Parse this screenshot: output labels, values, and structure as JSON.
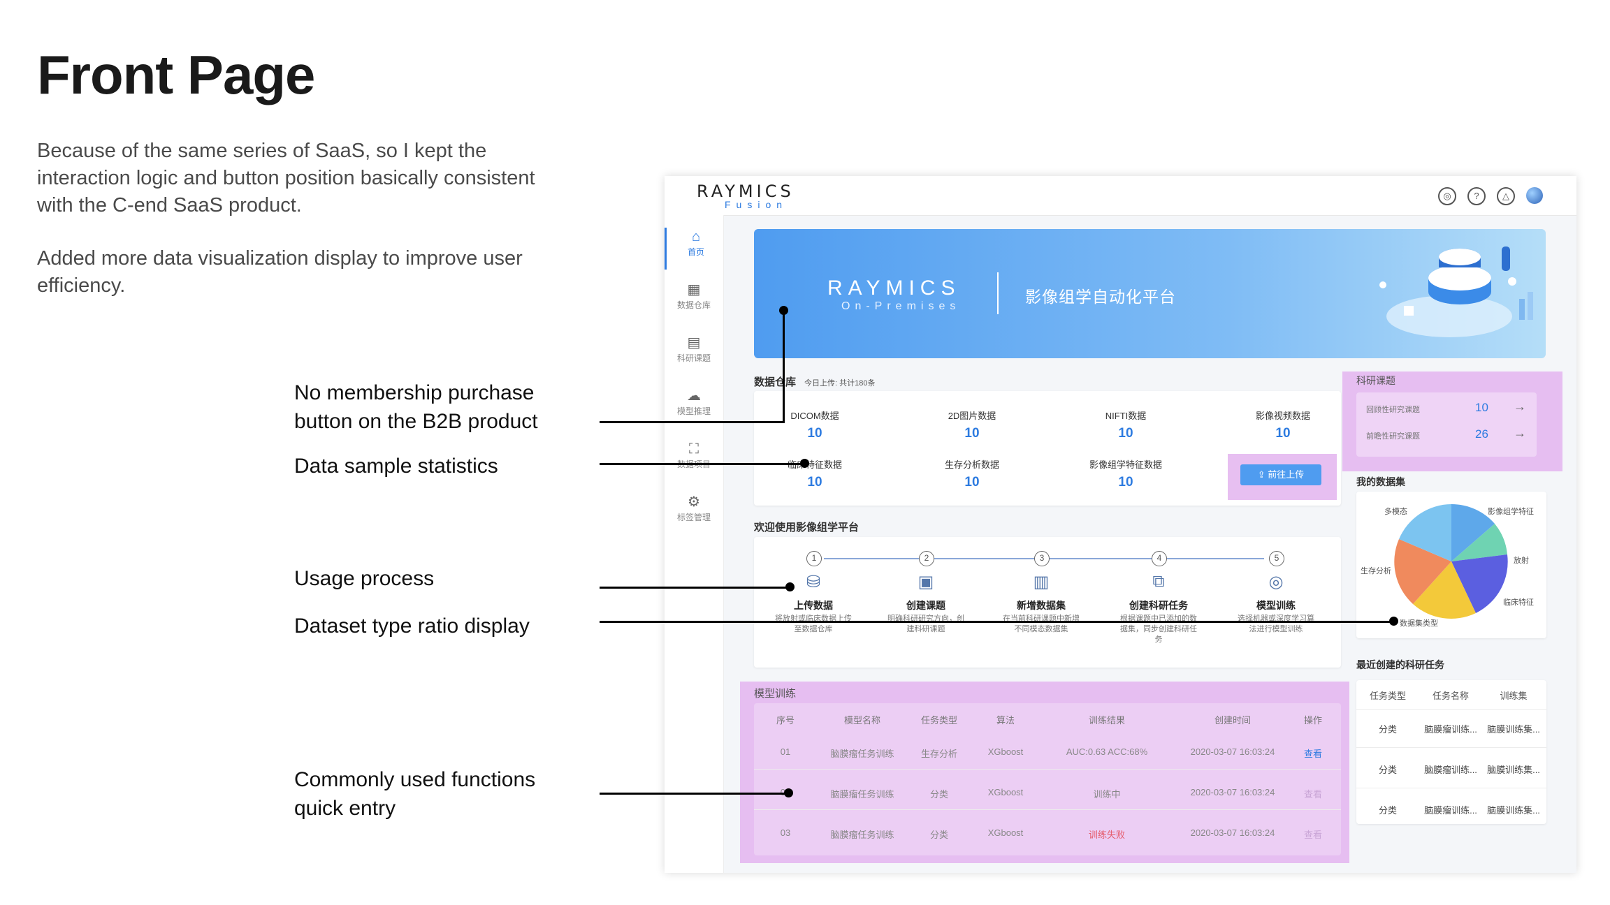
{
  "slide": {
    "title": "Front Page",
    "para1": "Because of the same series of SaaS, so I kept the interaction logic and button position basically consistent with the C-end SaaS product.",
    "para2": "Added more data visualization display to improve user efficiency.",
    "annotations": [
      "No membership purchase button on the B2B product",
      "Data sample statistics",
      "Usage process",
      "Dataset type ratio display",
      "Commonly used functions quick entry"
    ]
  },
  "app": {
    "logo": "RAYMICS",
    "logo_sub": "Fusion",
    "topbar_icons": [
      "globe-icon",
      "help-icon",
      "bell-icon",
      "avatar"
    ],
    "sidebar": [
      {
        "label": "首页",
        "icon": "home-icon",
        "glyph": "⌂"
      },
      {
        "label": "数据仓库",
        "icon": "grid-icon",
        "glyph": "▦"
      },
      {
        "label": "科研课题",
        "icon": "book-icon",
        "glyph": "▤"
      },
      {
        "label": "模型推理",
        "icon": "brain-icon",
        "glyph": "☁"
      },
      {
        "label": "数据项目",
        "icon": "project-icon",
        "glyph": "⛶"
      },
      {
        "label": "标签管理",
        "icon": "gear-icon",
        "glyph": "⚙"
      }
    ],
    "banner": {
      "logo": "RAYMICS",
      "sub": "On-Premises",
      "text": "影像组学自动化平台"
    },
    "warehouse": {
      "title": "数据仓库",
      "subtitle": "今日上传: 共计180条",
      "stats": [
        {
          "label": "DICOM数据",
          "value": "10"
        },
        {
          "label": "2D图片数据",
          "value": "10"
        },
        {
          "label": "NIFTI数据",
          "value": "10"
        },
        {
          "label": "影像视频数据",
          "value": "10"
        },
        {
          "label": "临床特征数据",
          "value": "10"
        },
        {
          "label": "生存分析数据",
          "value": "10"
        },
        {
          "label": "影像组学特征数据",
          "value": "10"
        }
      ],
      "upload_button": "前往上传"
    },
    "research": {
      "title": "科研课题",
      "rows": [
        {
          "label": "回顾性研究课题",
          "value": "10",
          "arrow": "→"
        },
        {
          "label": "前瞻性研究课题",
          "value": "26",
          "arrow": "→"
        }
      ]
    },
    "process": {
      "title": "欢迎使用影像组学平台",
      "steps": [
        {
          "num": "1",
          "title": "上传数据",
          "desc": "将放射或临床数据上传至数据仓库",
          "icon": "database-icon"
        },
        {
          "num": "2",
          "title": "创建课题",
          "desc": "明确科研研究方向，创建科研课题",
          "icon": "project-icon"
        },
        {
          "num": "3",
          "title": "新增数据集",
          "desc": "在当前科研课题中新增不同模态数据集",
          "icon": "dataset-icon"
        },
        {
          "num": "4",
          "title": "创建科研任务",
          "desc": "根据课题中已添加的数据集，同步创建科研任务",
          "icon": "network-icon"
        },
        {
          "num": "5",
          "title": "模型训练",
          "desc": "选择机器或深度学习算法进行模型训练",
          "icon": "target-icon"
        }
      ]
    },
    "datasets": {
      "title": "我的数据集",
      "legend": [
        "多模态",
        "影像组学特征",
        "放射",
        "临床特征",
        "数据集类型",
        "生存分析"
      ],
      "colors": [
        "#5ea8ea",
        "#7cc4f0",
        "#6fd3b2",
        "#5b5fe0",
        "#f3c93a",
        "#f08a5d"
      ]
    },
    "training": {
      "title": "模型训练",
      "headers": [
        "序号",
        "模型名称",
        "任务类型",
        "算法",
        "训练结果",
        "创建时间",
        "操作"
      ],
      "rows": [
        [
          "01",
          "脑膜瘤任务训练",
          "生存分析",
          "XGboost",
          "AUC:0.63  ACC:68%",
          "2020-03-07 16:03:24",
          "查看"
        ],
        [
          "02",
          "脑膜瘤任务训练",
          "分类",
          "XGboost",
          "训练中",
          "2020-03-07 16:03:24",
          "查看"
        ],
        [
          "03",
          "脑膜瘤任务训练",
          "分类",
          "XGboost",
          "训练失败",
          "2020-03-07 16:03:24",
          "查看"
        ]
      ]
    },
    "recent": {
      "title": "最近创建的科研任务",
      "headers": [
        "任务类型",
        "任务名称",
        "训练集"
      ],
      "rows": [
        [
          "分类",
          "脑膜瘤训练...",
          "脑膜训练集..."
        ],
        [
          "分类",
          "脑膜瘤训练...",
          "脑膜训练集..."
        ],
        [
          "分类",
          "脑膜瘤训练...",
          "脑膜训练集..."
        ]
      ]
    }
  }
}
